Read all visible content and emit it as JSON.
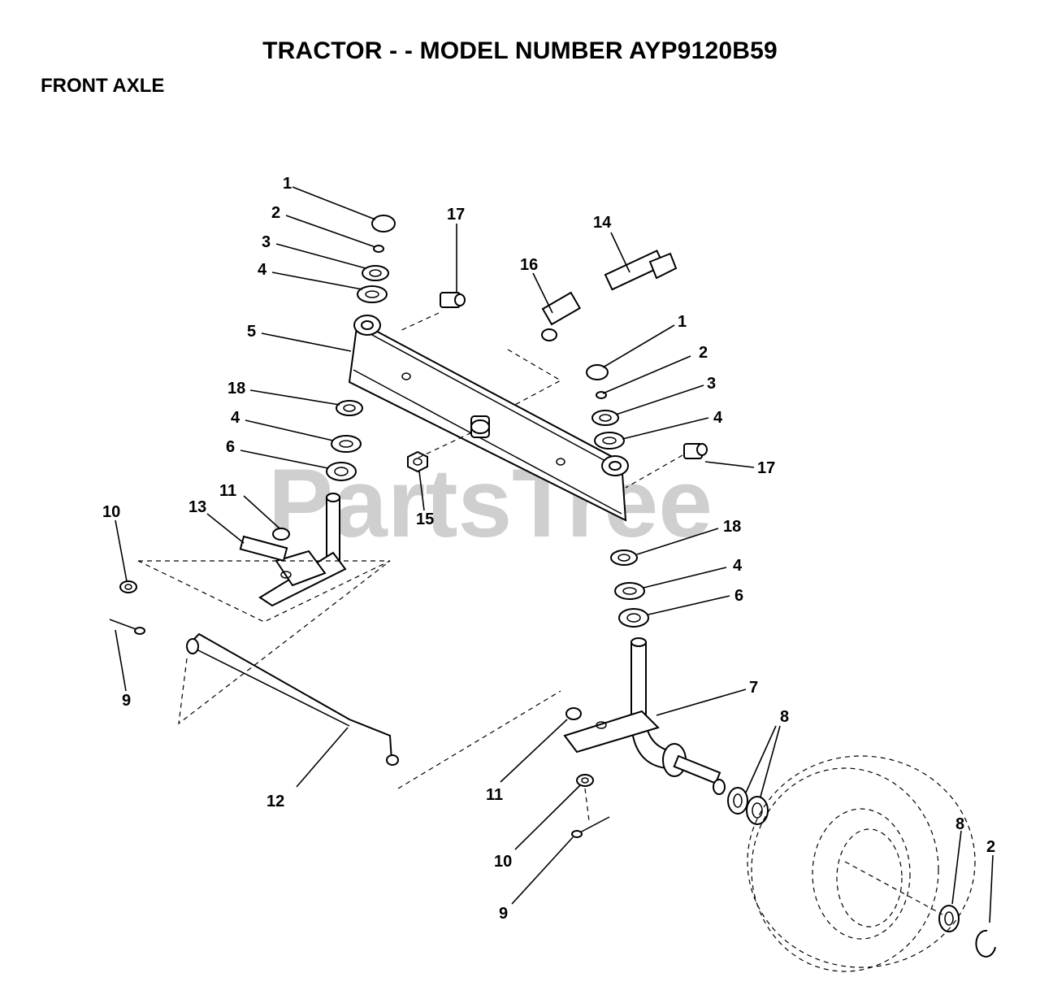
{
  "title": "TRACTOR - - MODEL NUMBER AYP9120B59",
  "section": "FRONT AXLE",
  "watermark": "PartsTree",
  "callouts": {
    "c1a": "1",
    "c2a": "2",
    "c3a": "3",
    "c4a": "4",
    "c5": "5",
    "c18a": "18",
    "c4b": "4",
    "c6a": "6",
    "c17a": "17",
    "c14": "14",
    "c16": "16",
    "c1b": "1",
    "c2b": "2",
    "c3b": "3",
    "c4c": "4",
    "c17b": "17",
    "c15": "15",
    "c18b": "18",
    "c4d": "4",
    "c6b": "6",
    "c10a": "10",
    "c13": "13",
    "c11a": "11",
    "c9a": "9",
    "c7": "7",
    "c8a": "8",
    "c12": "12",
    "c11b": "11",
    "c10b": "10",
    "c9b": "9",
    "c8b": "8",
    "c2c": "2"
  }
}
